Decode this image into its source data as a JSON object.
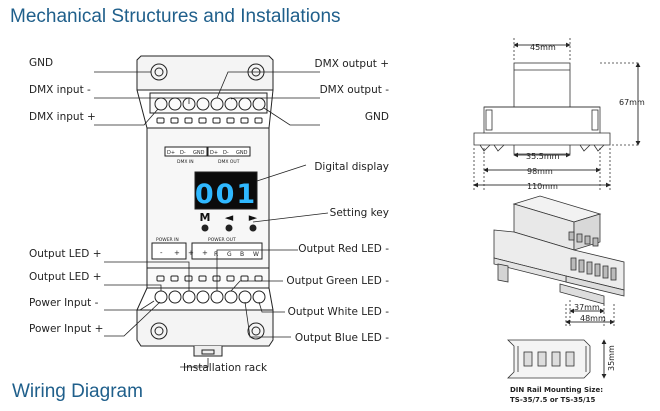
{
  "titles": {
    "mechanical": "Mechanical Structures and Installations",
    "wiring": "Wiring Diagram"
  },
  "left_labels": {
    "gnd": "GND",
    "dmx_input_minus": "DMX input -",
    "dmx_input_plus": "DMX input +",
    "output_led_plus_1": "Output LED +",
    "output_led_plus_2": "Output LED +",
    "power_input_minus": "Power Input -",
    "power_input_plus": "Power Input +"
  },
  "right_labels": {
    "dmx_output_plus": "DMX output +",
    "dmx_output_minus": "DMX output -",
    "gnd": "GND",
    "digital_display": "Digital display",
    "setting_key": "Setting key",
    "output_red": "Output Red LED -",
    "output_green": "Output Green LED -",
    "output_white": "Output White LED -",
    "output_blue": "Output Blue LED -"
  },
  "bottom_label": "Installation rack",
  "device": {
    "display_value": "001",
    "dmx_in_pins": [
      "D+",
      "D-",
      "GND"
    ],
    "dmx_out_pins": [
      "D+",
      "D-",
      "GND"
    ],
    "dmx_in_label": "DMX IN",
    "dmx_out_label": "DMX OUT",
    "keys": [
      "M",
      "◄",
      "►"
    ],
    "power_in_label": "POWER IN",
    "power_out_label": "POWER OUT",
    "bottom_pins": [
      "-",
      "+",
      "+",
      "+"
    ],
    "color_pins": [
      "R",
      "G",
      "B",
      "W"
    ]
  },
  "dimensions": {
    "width_top": "45mm",
    "height": "67mm",
    "rail_inner": "35.5mm",
    "inner_width": "98mm",
    "total_width": "110mm",
    "base_inner": "37mm",
    "base_outer": "48mm",
    "rail_height": "35mm"
  },
  "rail_note": {
    "line1": "DIN Rail Mounting Size:",
    "line2": "TS-35/7.5 or TS-35/15"
  },
  "colors": {
    "title": "#1f5f8b",
    "line": "#1a1a1a",
    "display_digits": "#2fb8ff"
  }
}
